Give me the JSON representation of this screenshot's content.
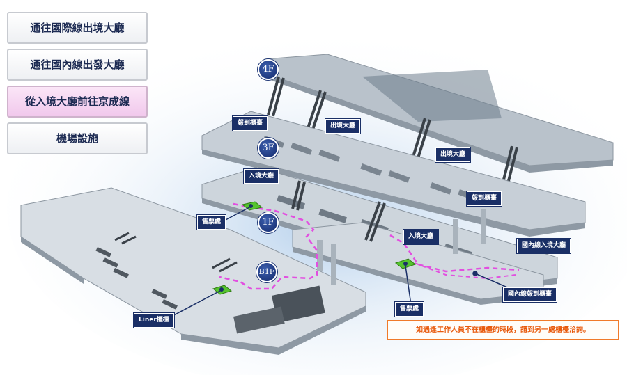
{
  "nav": {
    "items": [
      {
        "label": "通往國際線出境大廳",
        "active": false
      },
      {
        "label": "通往國內線出發大廳",
        "active": false
      },
      {
        "label": "從入境大廳前往京成線",
        "active": true
      },
      {
        "label": "機場設施",
        "active": false
      }
    ]
  },
  "floors": {
    "f4": "4F",
    "f3": "3F",
    "f1": "1F",
    "b1": "B1F"
  },
  "labels": {
    "checkin_3f": "報到櫃臺",
    "departure_3f_left": "出境大廳",
    "departure_3f_right": "出境大廳",
    "arrival_2f": "入境大廳",
    "checkin_2f": "報到櫃臺",
    "ticket_left": "售票處",
    "arrival_1f": "入境大廳",
    "domestic_arrival": "國內線入境大廳",
    "domestic_checkin": "國內線報到櫃臺",
    "ticket_right": "售票處",
    "liner": "Liner櫃檯"
  },
  "notice": "如遇逢工作人員不在櫃檯的時段，請到另一處櫃檯洽詢。",
  "colors": {
    "label_bg": "#1a2f66",
    "route": "#e24fe0",
    "ticket_marker": "#55c42e",
    "notice_border": "#f07a2a"
  }
}
